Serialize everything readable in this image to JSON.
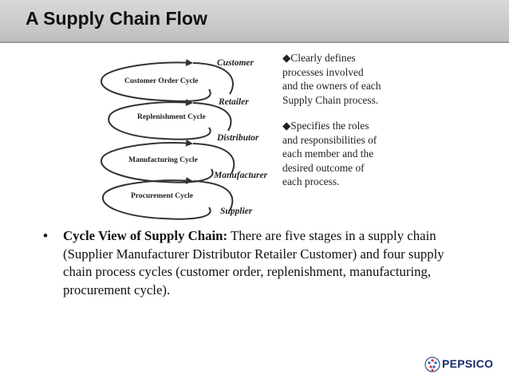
{
  "header": {
    "title": "A Supply Chain Flow"
  },
  "diagram": {
    "stages": [
      "Customer",
      "Retailer",
      "Distributor",
      "Manufacturer",
      "Supplier"
    ],
    "cycles": [
      "Customer Order Cycle",
      "Replenishment Cycle",
      "Manufacturing Cycle",
      "Procurement Cycle"
    ]
  },
  "notes": [
    {
      "lines": [
        "◆Clearly defines",
        "processes involved",
        "and the owners of each",
        "Supply Chain process."
      ]
    },
    {
      "lines": [
        "◆Specifies the roles",
        "and responsibilities of",
        "each member and the",
        "desired outcome of",
        "each process."
      ]
    }
  ],
  "bullet": {
    "marker": "•",
    "heading": "Cycle View of Supply Chain:",
    "text": " There are five stages in a supply chain (Supplier Manufacturer Distributor Retailer Customer) and four supply chain process cycles (customer order, replenishment, manufacturing, procurement cycle)."
  },
  "logo": {
    "text": "PEPSICO"
  }
}
